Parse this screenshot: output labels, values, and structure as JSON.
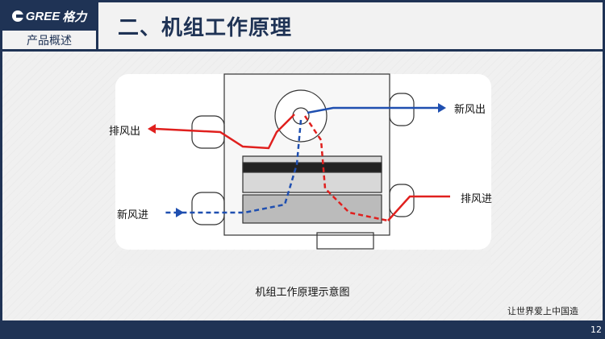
{
  "header": {
    "brand": "GREE",
    "brand_cn": "格力",
    "section": "产品概述",
    "title": "二、机组工作原理"
  },
  "diagram": {
    "labels": {
      "exhaust_out": "排风出",
      "fresh_out": "新风出",
      "fresh_in": "新风进",
      "exhaust_in": "排风进"
    },
    "caption": "机组工作原理示意图",
    "colors": {
      "fresh": "#1f4fb0",
      "exhaust": "#e0201e"
    }
  },
  "footer": {
    "slogan": "让世界爱上中国造",
    "page": "12"
  }
}
